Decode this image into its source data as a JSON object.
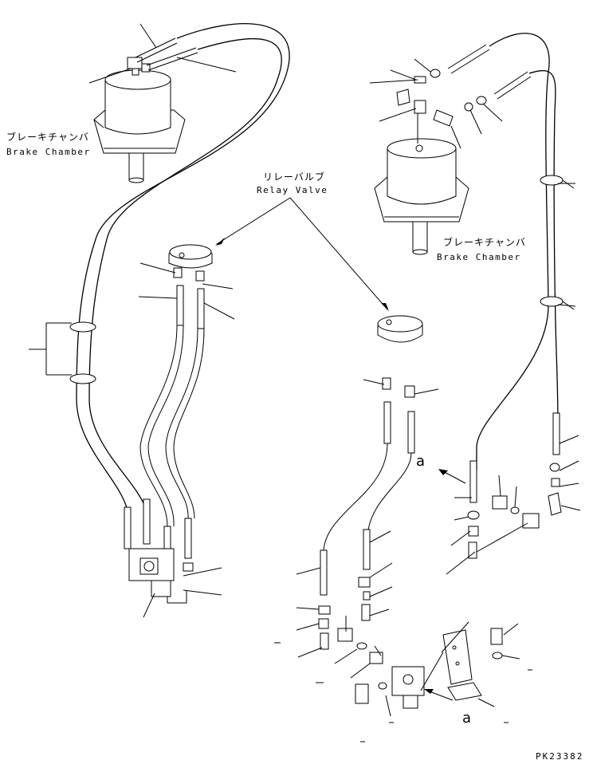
{
  "labels": {
    "brake_chamber_left_jp": "ブレーキチャンバ",
    "brake_chamber_left_en": "Brake Chamber",
    "relay_valve_jp": "リレーバルブ",
    "relay_valve_en": "Relay Valve",
    "brake_chamber_right_jp": "ブレーキチャンバ",
    "brake_chamber_right_en": "Brake Chamber",
    "view_ref_a_1": "a",
    "view_ref_a_2": "a",
    "drawing_code": "PK23382"
  }
}
